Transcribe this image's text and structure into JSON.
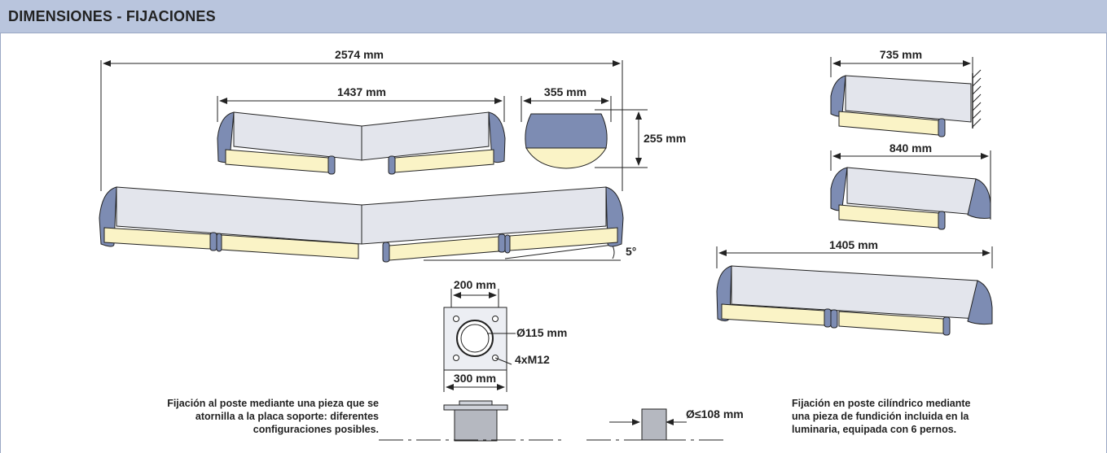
{
  "title": "DIMENSIONES - FIJACIONES",
  "dimensions": {
    "overall_width": "2574 mm",
    "double_width": "1437 mm",
    "section_width": "355 mm",
    "section_height": "255 mm",
    "tilt_angle": "5°",
    "wall_unit": "735 mm",
    "single_unit": "840 mm",
    "double_unit": "1405 mm",
    "plate_bolt_spacing": "200 mm",
    "pole_hole": "Ø115 mm",
    "bolts": "4xM12",
    "plate_width": "300 mm",
    "pole_diameter": "Ø≤108 mm"
  },
  "notes": {
    "left_line1": "Fijación al poste mediante una pieza que se",
    "left_line2": "atornilla a la placa soporte: diferentes",
    "left_line3": "configuraciones posibles.",
    "right_line1": "Fijación en poste cilíndrico mediante",
    "right_line2": "una pieza de fundición incluida en la",
    "right_line3": "luminaria, equipada con 6 pernos."
  },
  "colors": {
    "header_bg": "#b9c5dd",
    "body_grey": "#e3e5ec",
    "end_cap_blue": "#7d8cb3",
    "lamp_yellow": "#faf3c6"
  }
}
